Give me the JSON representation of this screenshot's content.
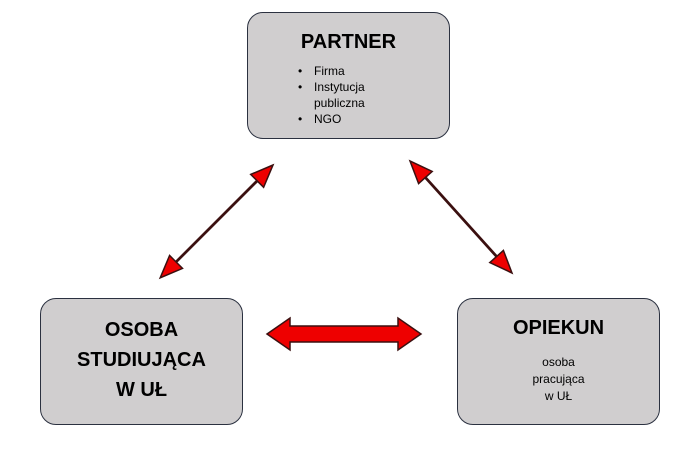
{
  "partner": {
    "title": "PARTNER",
    "items": [
      "Firma",
      "Instytucja",
      "publiczna",
      "NGO"
    ]
  },
  "student": {
    "lines": [
      "OSOBA",
      "STUDIUJĄCA",
      "W UŁ"
    ]
  },
  "mentor": {
    "title": "OPIEKUN",
    "lines": [
      "osoba",
      "pracująca",
      "w UŁ"
    ]
  },
  "colors": {
    "box_fill": "#d0cecf",
    "box_border": "#2b3140",
    "arrow_fill": "#ee0000",
    "arrow_outline": "#3b1010"
  }
}
